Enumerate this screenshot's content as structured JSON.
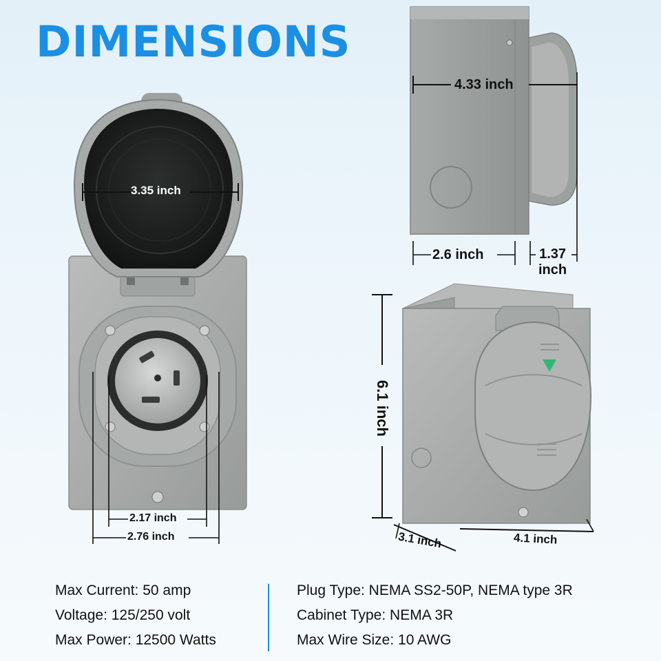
{
  "title": "DIMENSIONS",
  "dimensions": {
    "cover_diameter": "3.35 inch",
    "inner_width": "2.17 inch",
    "outer_width": "2.76 inch",
    "side_depth": "4.33 inch",
    "side_width": "2.6 inch",
    "cover_depth_line1": "1.37",
    "cover_depth_line2": "inch",
    "height": "6.1 inch",
    "box_depth": "3.1 inch",
    "box_width": "4.1 inch"
  },
  "specs_left": [
    "Max Current: 50 amp",
    "Voltage: 125/250 volt",
    "Max Power: 12500 Watts"
  ],
  "specs_right": [
    "Plug Type: NEMA SS2-50P, NEMA type 3R",
    "Cabinet Type: NEMA 3R",
    "Max Wire Size: 10 AWG"
  ],
  "colors": {
    "title": "#1b8fe3",
    "divider": "#1b8fe3",
    "housing": "#a9adab",
    "cover_dark": "#1c1f1e"
  }
}
